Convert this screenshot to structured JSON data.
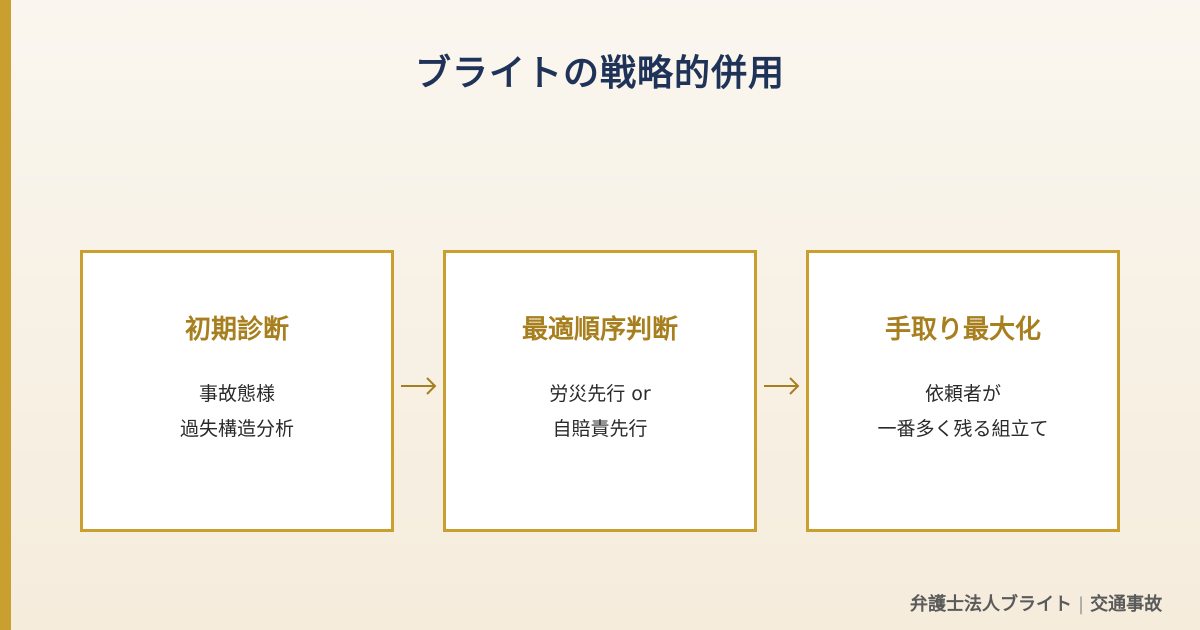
{
  "title": "ブライトの戦略的併用",
  "colors": {
    "accent": "#c9a030",
    "title": "#1f3358",
    "step_title": "#a77f1e",
    "text": "#2a2a2a"
  },
  "steps": [
    {
      "title": "初期診断",
      "lines": [
        "事故態様",
        "過失構造分析"
      ]
    },
    {
      "title": "最適順序判断",
      "lines": [
        "労災先行 or",
        "自賠責先行"
      ]
    },
    {
      "title": "手取り最大化",
      "lines": [
        "依頼者が",
        "一番多く残る組立て"
      ]
    }
  ],
  "arrow_icon": "arrow-right",
  "footer": {
    "firm": "弁護士法人ブライト",
    "separator": "|",
    "topic": "交通事故"
  }
}
